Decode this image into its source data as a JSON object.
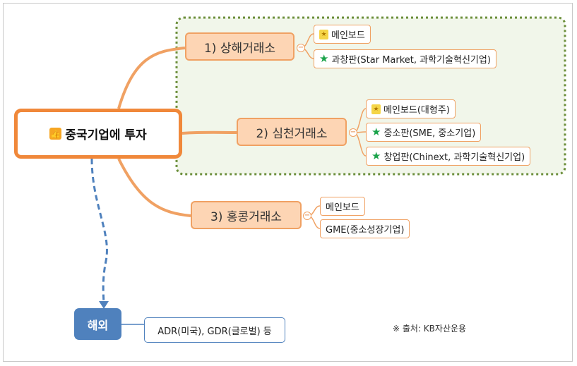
{
  "root": {
    "icon": "thumbs-up-icon",
    "label": "중국기업에 투자"
  },
  "exchanges": [
    {
      "label": "1) 상해거래소",
      "leaves": [
        {
          "icon": "medal-icon",
          "label": "메인보드"
        },
        {
          "icon": "star-icon",
          "label": "과창판(Star Market, 과학기술혁신기업)"
        }
      ]
    },
    {
      "label": "2) 심천거래소",
      "leaves": [
        {
          "icon": "medal-icon",
          "label": "메인보드(대형주)"
        },
        {
          "icon": "star-icon",
          "label": "중소판(SME, 중소기업)"
        },
        {
          "icon": "star-icon",
          "label": "창업판(Chinext, 과학기술혁신기업)"
        }
      ]
    },
    {
      "label": "3) 홍콩거래소",
      "leaves": [
        {
          "label": "메인보드"
        },
        {
          "label": "GME(중소성장기업)"
        }
      ]
    }
  ],
  "overseas": {
    "label": "해외",
    "callout": "ADR(미국), GDR(글로벌) 등"
  },
  "source": "※ 출처: KB자산운용",
  "colors": {
    "branch": "#f0a163",
    "root_border": "#f0883a",
    "node_fill": "#fdd5b4",
    "highlight_border": "#6b8e3a",
    "overseas": "#4f81bd"
  }
}
